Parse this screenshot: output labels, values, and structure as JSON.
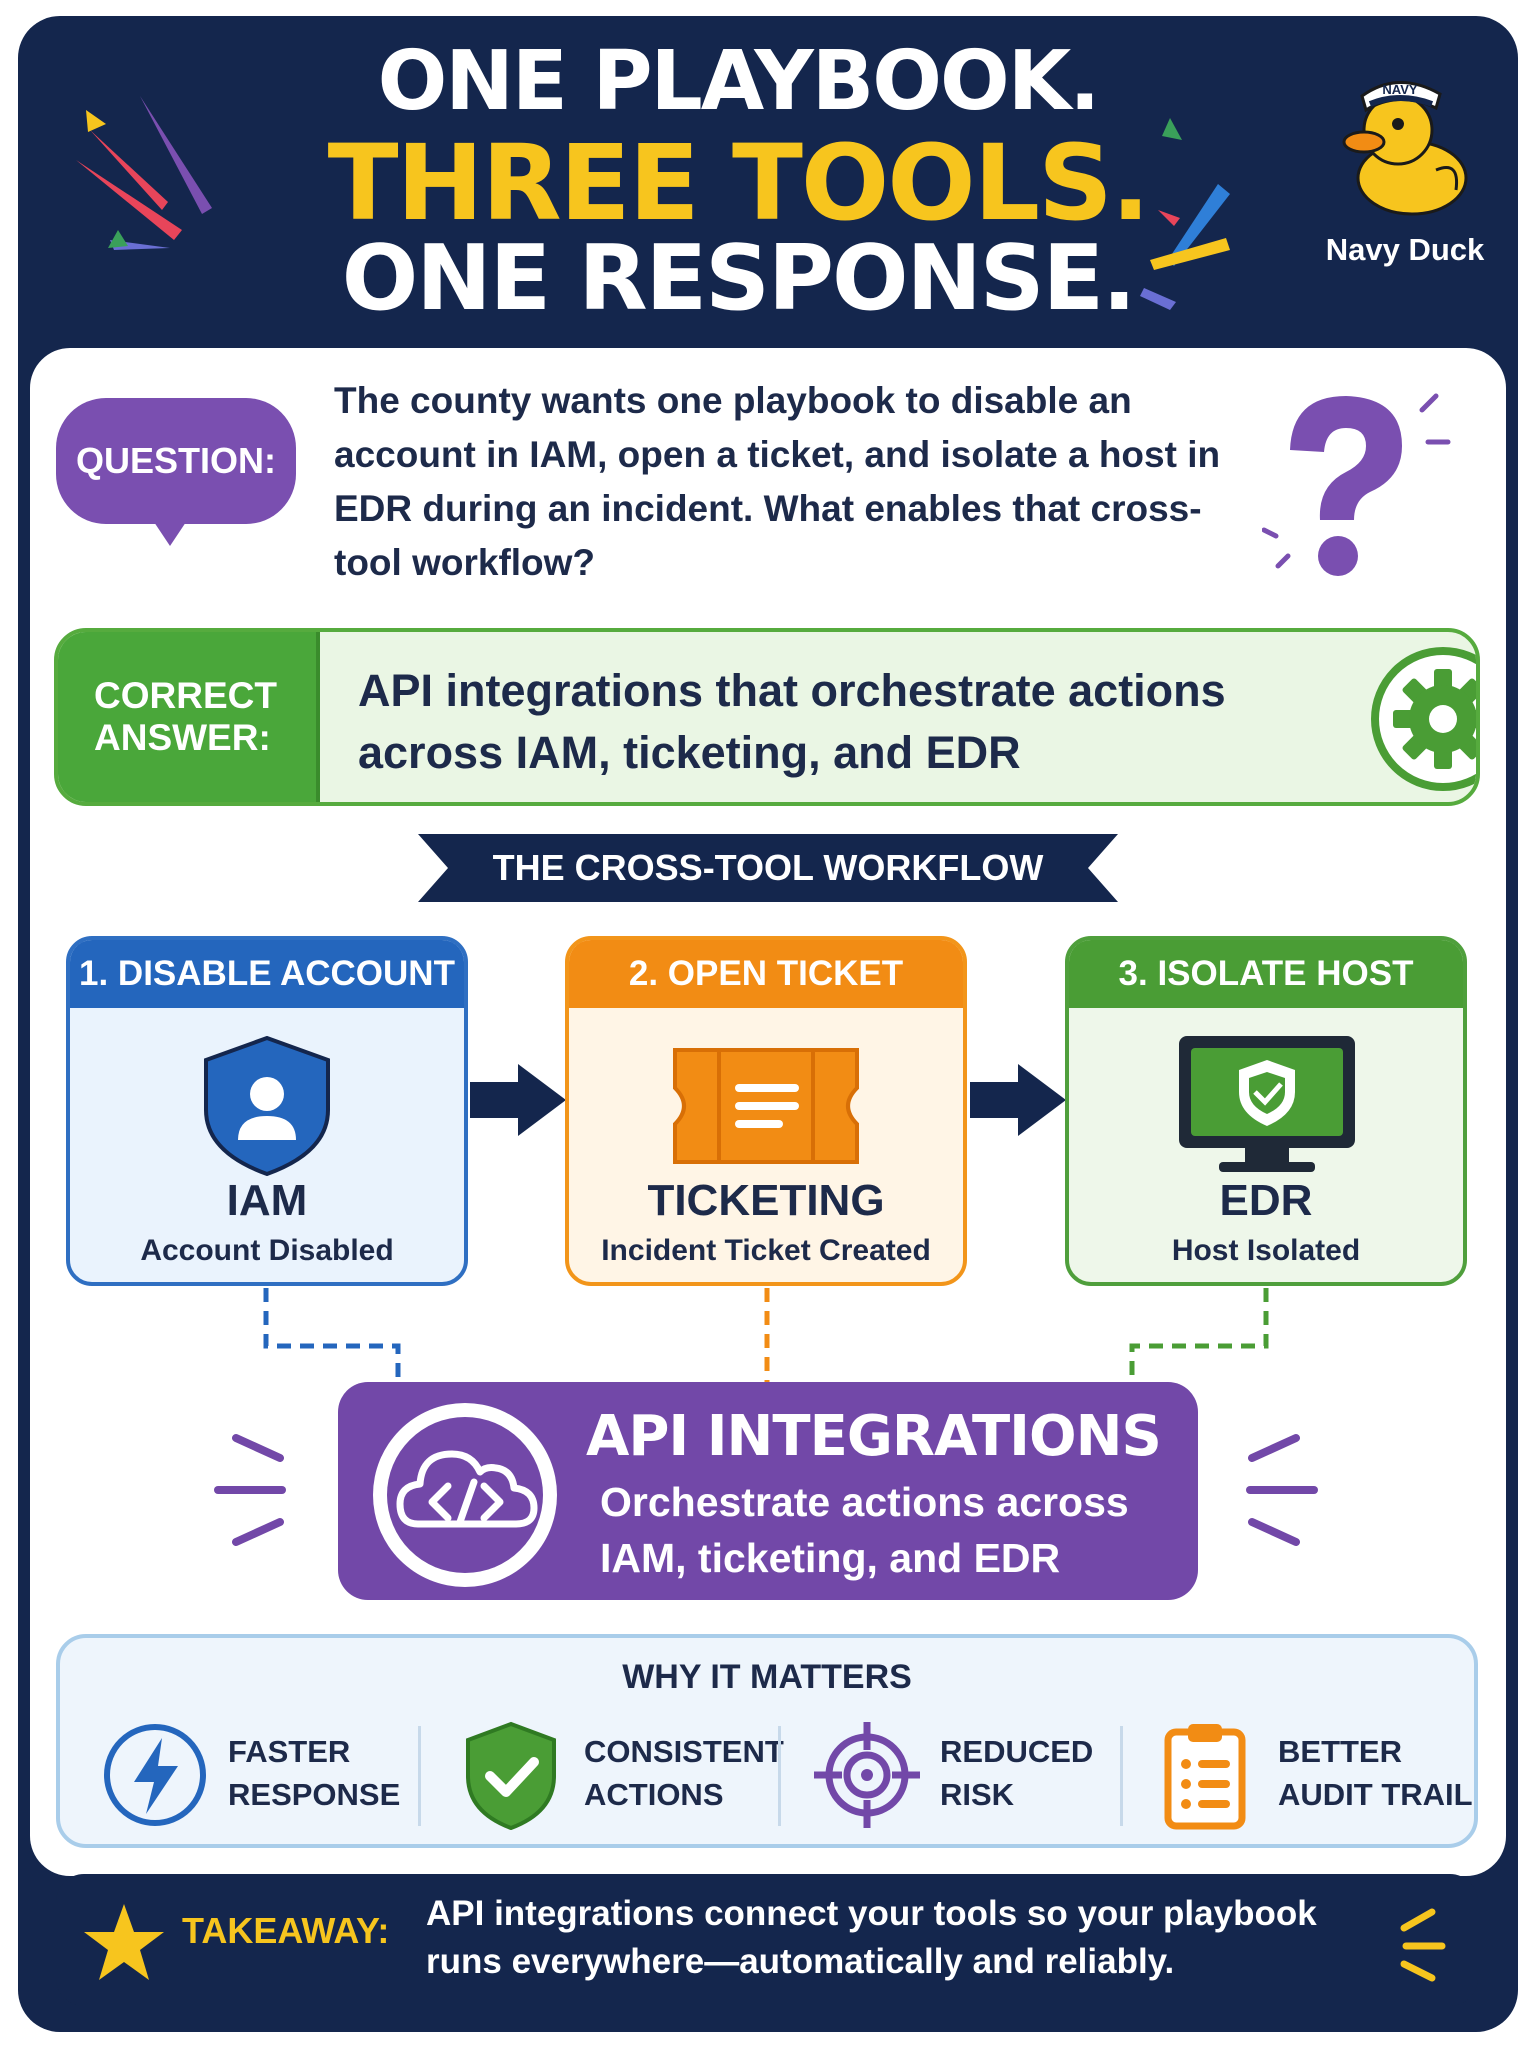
{
  "header": {
    "line1": "ONE PLAYBOOK.",
    "line2": "THREE TOOLS.",
    "line3": "ONE RESPONSE.",
    "mascot_label": "Navy Duck",
    "mascot_hat_text": "NAVY"
  },
  "question": {
    "label": "QUESTION:",
    "text": "The county wants one playbook to disable an account in IAM, open a ticket, and isolate a host in EDR during an incident. What enables that cross-tool workflow?"
  },
  "answer": {
    "label_line1": "CORRECT",
    "label_line2": "ANSWER:",
    "text": "API integrations that orchestrate actions across IAM, ticketing, and EDR",
    "icon": "gear-icon"
  },
  "workflow": {
    "banner": "THE CROSS-TOOL WORKFLOW",
    "steps": [
      {
        "header": "1. DISABLE ACCOUNT",
        "name": "IAM",
        "status": "Account Disabled",
        "icon": "user-shield-icon",
        "color": "#2466bd"
      },
      {
        "header": "2. OPEN TICKET",
        "name": "TICKETING",
        "status": "Incident Ticket Created",
        "icon": "ticket-icon",
        "color": "#f28c14"
      },
      {
        "header": "3. ISOLATE HOST",
        "name": "EDR",
        "status": "Host Isolated",
        "icon": "monitor-shield-icon",
        "color": "#4a9d35"
      }
    ]
  },
  "api": {
    "title": "API INTEGRATIONS",
    "subtitle": "Orchestrate actions across IAM, ticketing, and EDR",
    "icon": "cloud-code-icon"
  },
  "why": {
    "title": "WHY IT MATTERS",
    "items": [
      {
        "label": "FASTER RESPONSE",
        "icon": "lightning-icon"
      },
      {
        "label": "CONSISTENT ACTIONS",
        "icon": "shield-check-icon"
      },
      {
        "label": "REDUCED RISK",
        "icon": "target-icon"
      },
      {
        "label": "BETTER AUDIT TRAIL",
        "icon": "clipboard-icon"
      }
    ]
  },
  "takeaway": {
    "label": "TAKEAWAY:",
    "text": "API integrations connect your tools so your playbook runs everywhere—automatically and reliably."
  },
  "colors": {
    "navy": "#14264d",
    "yellow": "#f7c51e",
    "purple": "#7248a8",
    "green": "#4a9d35",
    "orange": "#f28c14",
    "blue": "#2466bd"
  }
}
